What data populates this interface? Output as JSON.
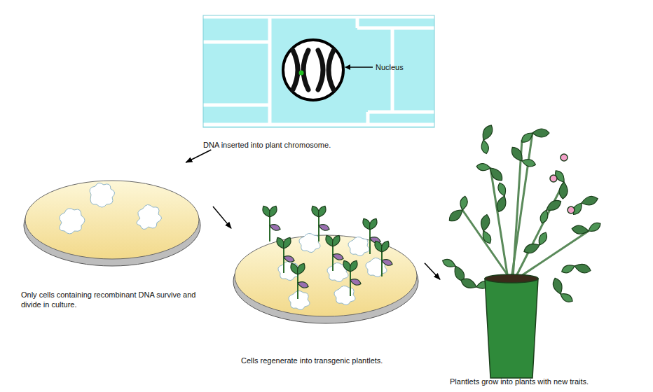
{
  "diagram": {
    "nodes": [
      {
        "text": [
          "DNA inserted into plant chromosome."
        ]
      },
      {
        "text": [
          "Only cells containing recombinant DNA survive and divide in culture."
        ]
      },
      {
        "text": [
          "Cells regenerate into transgenic plantlets."
        ]
      },
      {
        "text": [
          "Plantlets grow into plants with new traits."
        ]
      }
    ],
    "edges": [
      {
        "from": 0,
        "to": 1,
        "arrow": "to"
      },
      {
        "from": 1,
        "to": 2,
        "arrow": "to"
      },
      {
        "from": 2,
        "to": 3,
        "arrow": "to"
      }
    ],
    "labels": [
      "Nucleus"
    ]
  }
}
